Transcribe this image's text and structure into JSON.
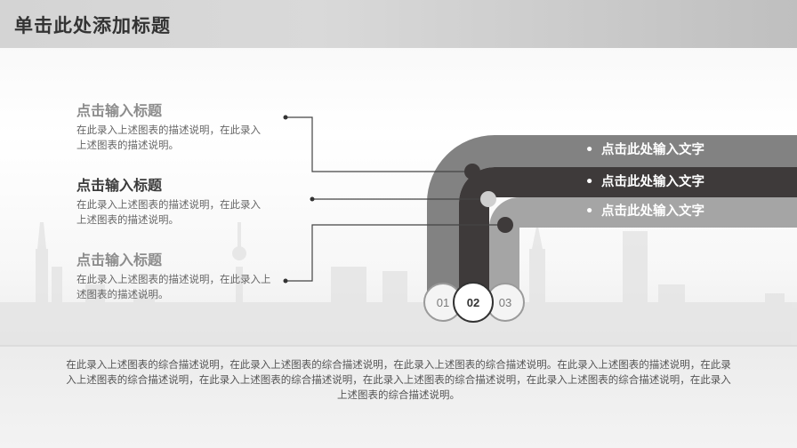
{
  "header": {
    "title": "单击此处添加标题"
  },
  "items": [
    {
      "title": "点击输入标题",
      "desc": "在此录入上述图表的描述说明，在此录入上述图表的描述说明。"
    },
    {
      "title": "点击输入标题",
      "desc": "在此录入上述图表的描述说明，在此录入上述图表的描述说明。"
    },
    {
      "title": "点击输入标题",
      "desc": "在此录入上述图表的描述说明，在此录入上述图表的描述说明。"
    }
  ],
  "bullets": [
    {
      "dot": "•",
      "text": "点击此处输入文字"
    },
    {
      "dot": "•",
      "text": "点击此处输入文字"
    },
    {
      "dot": "•",
      "text": "点击此处输入文字"
    }
  ],
  "steps": [
    "01",
    "02",
    "03"
  ],
  "summary": "在此录入上述图表的综合描述说明，在此录入上述图表的综合描述说明，在此录入上述图表的综合描述说明。在此录入上述图表的描述说明，在此录入上述图表的综合描述说明，在此录入上述图表的综合描述说明，在此录入上述图表的综合描述说明，在此录入上述图表的综合描述说明，在此录入上述图表的综合描述说明。",
  "colors": {
    "band1": "#828282",
    "band2": "#3e3a3a",
    "band3": "#a5a5a5",
    "title_bar": "#d4d4d4"
  }
}
